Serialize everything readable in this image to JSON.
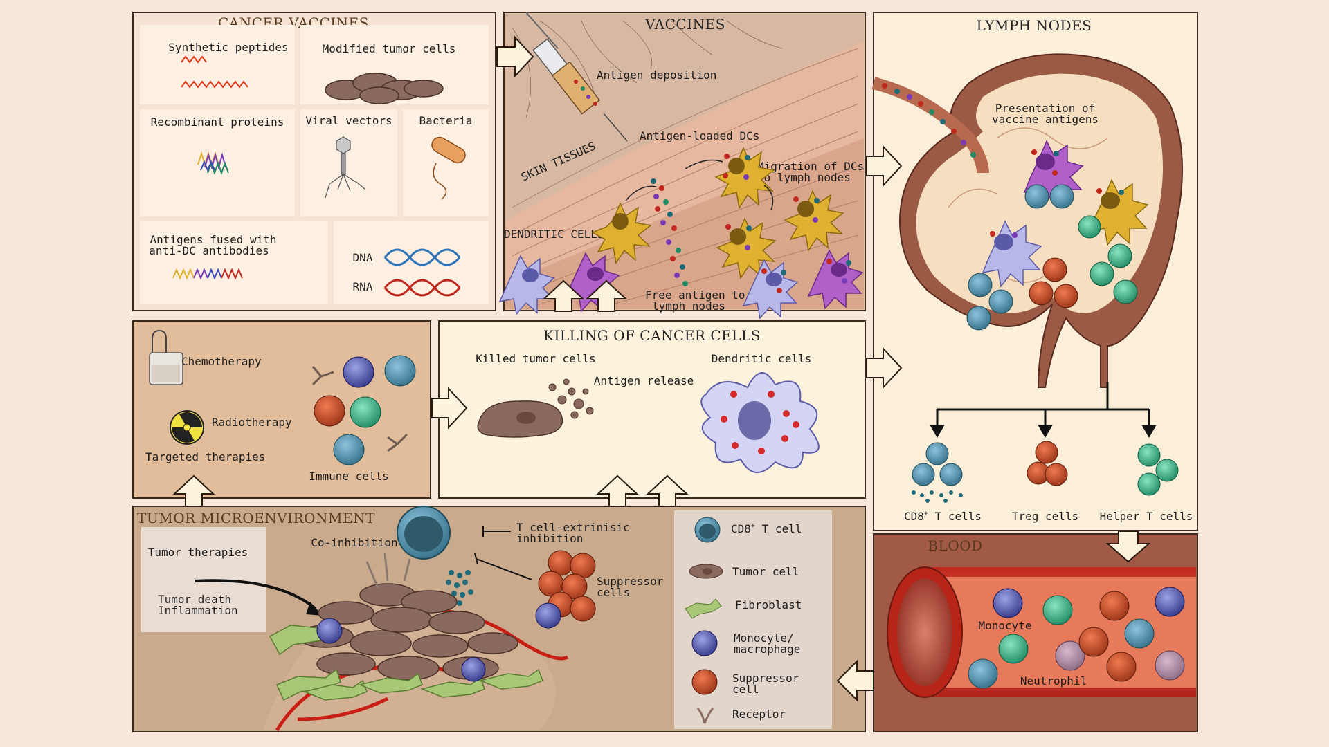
{
  "panels": {
    "cancer_vaccines": {
      "title": "CANCER VACCINES",
      "synthetic_peptides": "Synthetic peptides",
      "modified_tumor_cells": "Modified tumor cells",
      "recombinant_proteins": "Recombinant proteins",
      "viral_vectors": "Viral vectors",
      "bacteria": "Bacteria",
      "antigens_fused_1": "Antigens fused with",
      "antigens_fused_2": "anti-DC antibodies",
      "dna": "DNA",
      "rna": "RNA"
    },
    "vaccines": {
      "title": "VACCINES",
      "antigen_deposition": "Antigen deposition",
      "antigen_loaded_dcs": "Antigen-loaded DCs",
      "skin_tissues": "SKIN TISSUES",
      "migration_1": "Migration of DCs",
      "migration_2": "to lymph nodes",
      "dendritic_cells": "DENDRITIC CELLS",
      "free_antigen_1": "Free antigen to",
      "free_antigen_2": "lymph nodes"
    },
    "lymph_nodes": {
      "title": "LYMPH NODES",
      "presentation_1": "Presentation of",
      "presentation_2": "vaccine antigens",
      "cd8_label": "CD8",
      "cd8_sup": "+",
      "cd8_suffix": " T cells",
      "treg": "Treg cells",
      "helper": "Helper T cells"
    },
    "therapies": {
      "chemotherapy": "Chemotherapy",
      "radiotherapy": "Radiotherapy",
      "targeted": "Targeted therapies",
      "immune_cells": "Immune cells"
    },
    "killing": {
      "title": "KILLING OF CANCER CELLS",
      "killed_tumor": "Killed tumor cells",
      "antigen_release": "Antigen release",
      "dendritic_cells": "Dendritic cells"
    },
    "tme": {
      "title": "TUMOR MICROENVIRONMENT",
      "tumor_therapies": "Tumor therapies",
      "tumor_death": "Tumor death",
      "inflammation": "Inflammation",
      "co_inhibition": "Co-inhibition",
      "t_extrinsic_1": "T cell-extrinisic",
      "t_extrinsic_2": "inhibition",
      "suppressor_1": "Suppressor",
      "suppressor_2": "cells"
    },
    "legend": {
      "cd8": "CD8",
      "cd8_sup": "+",
      "cd8_suffix": " T cell",
      "tumor_cell": "Tumor cell",
      "fibroblast": "Fibroblast",
      "monocyte_1": "Monocyte/",
      "monocyte_2": "macrophage",
      "suppressor_1": "Suppressor",
      "suppressor_2": "cell",
      "receptor": "Receptor"
    },
    "blood": {
      "title": "BLOOD",
      "monocyte": "Monocyte",
      "neutrophil": "Neutrophil"
    }
  },
  "colors": {
    "background": "#f8e7da",
    "panel_light": "#fdf3dd",
    "panel_tan": "#e0bc9c",
    "panel_tme": "#c9aa8c",
    "blood_frame": "#a05a45",
    "cd8_cell": "#4a8ca8",
    "treg_cell": "#c05030",
    "helper_cell": "#3bb48a",
    "monocyte": "#4a4ea8",
    "tumor_cell": "#8a6a5e",
    "fibroblast": "#a8c878",
    "dc_yellow": "#e0b030",
    "dc_purple": "#b060c8",
    "dc_lilac": "#b8b8e8"
  }
}
